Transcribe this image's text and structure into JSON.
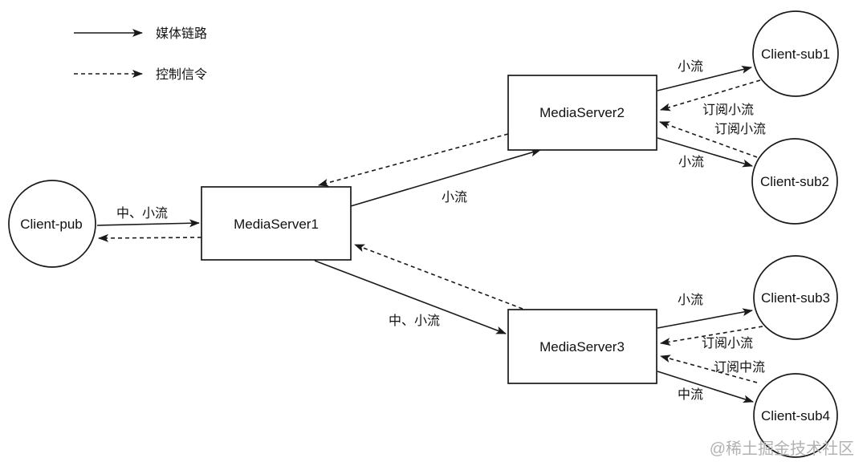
{
  "legend": {
    "media_link_label": "媒体链路",
    "control_signal_label": "控制信令"
  },
  "nodes": [
    {
      "id": "client-pub",
      "label": "Client-pub",
      "shape": "circle"
    },
    {
      "id": "media-server1",
      "label": "MediaServer1",
      "shape": "rect"
    },
    {
      "id": "media-server2",
      "label": "MediaServer2",
      "shape": "rect"
    },
    {
      "id": "media-server3",
      "label": "MediaServer3",
      "shape": "rect"
    },
    {
      "id": "client-sub1",
      "label": "Client-sub1",
      "shape": "circle"
    },
    {
      "id": "client-sub2",
      "label": "Client-sub2",
      "shape": "circle"
    },
    {
      "id": "client-sub3",
      "label": "Client-sub3",
      "shape": "circle"
    },
    {
      "id": "client-sub4",
      "label": "Client-sub4",
      "shape": "circle"
    }
  ],
  "edges": [
    {
      "from": "Client-pub",
      "to": "MediaServer1",
      "type": "media",
      "label": "中、小流"
    },
    {
      "from": "MediaServer1",
      "to": "Client-pub",
      "type": "control",
      "label": ""
    },
    {
      "from": "MediaServer1",
      "to": "MediaServer2",
      "type": "media",
      "label": "小流"
    },
    {
      "from": "MediaServer2",
      "to": "MediaServer1",
      "type": "control",
      "label": ""
    },
    {
      "from": "MediaServer1",
      "to": "MediaServer3",
      "type": "media",
      "label": "中、小流"
    },
    {
      "from": "MediaServer3",
      "to": "MediaServer1",
      "type": "control",
      "label": ""
    },
    {
      "from": "MediaServer2",
      "to": "Client-sub1",
      "type": "media",
      "label": "小流"
    },
    {
      "from": "Client-sub1",
      "to": "MediaServer2",
      "type": "control",
      "label": "订阅小流"
    },
    {
      "from": "Client-sub2",
      "to": "MediaServer2",
      "type": "control",
      "label": "订阅小流"
    },
    {
      "from": "MediaServer2",
      "to": "Client-sub2",
      "type": "media",
      "label": "小流"
    },
    {
      "from": "MediaServer3",
      "to": "Client-sub3",
      "type": "media",
      "label": "小流"
    },
    {
      "from": "Client-sub3",
      "to": "MediaServer3",
      "type": "control",
      "label": "订阅小流"
    },
    {
      "from": "Client-sub4",
      "to": "MediaServer3",
      "type": "control",
      "label": "订阅中流"
    },
    {
      "from": "MediaServer3",
      "to": "Client-sub4",
      "type": "media",
      "label": "中流"
    }
  ],
  "watermark": "@稀土掘金技术社区",
  "colors": {
    "line": "#1a1a1a",
    "background": "#ffffff",
    "watermark": "#b2b2b2"
  }
}
